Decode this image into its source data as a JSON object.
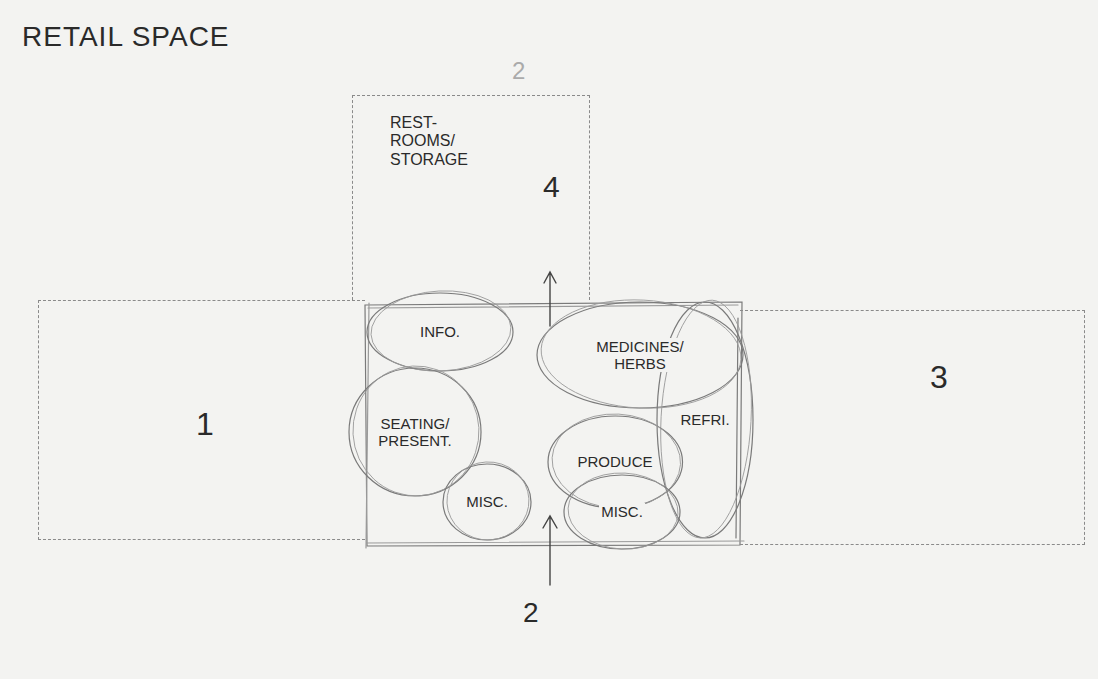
{
  "diagram": {
    "title": "RETAIL SPACE",
    "nodes": [
      {
        "text": [
          "REST- ROOMS/ STORAGE",
          "4"
        ]
      },
      {
        "text": [
          "1"
        ]
      },
      {
        "text": [
          "INFO."
        ]
      },
      {
        "text": [
          "MEDICINES/ HERBS"
        ]
      },
      {
        "text": [
          "3"
        ]
      },
      {
        "text": [
          "REFRI."
        ]
      },
      {
        "text": [
          "SEATING/ PRESENT."
        ]
      },
      {
        "text": [
          "PRODUCE"
        ]
      },
      {
        "text": [
          "MISC."
        ]
      },
      {
        "text": [
          "MISC."
        ]
      }
    ],
    "labels": [
      "2",
      "2"
    ]
  }
}
